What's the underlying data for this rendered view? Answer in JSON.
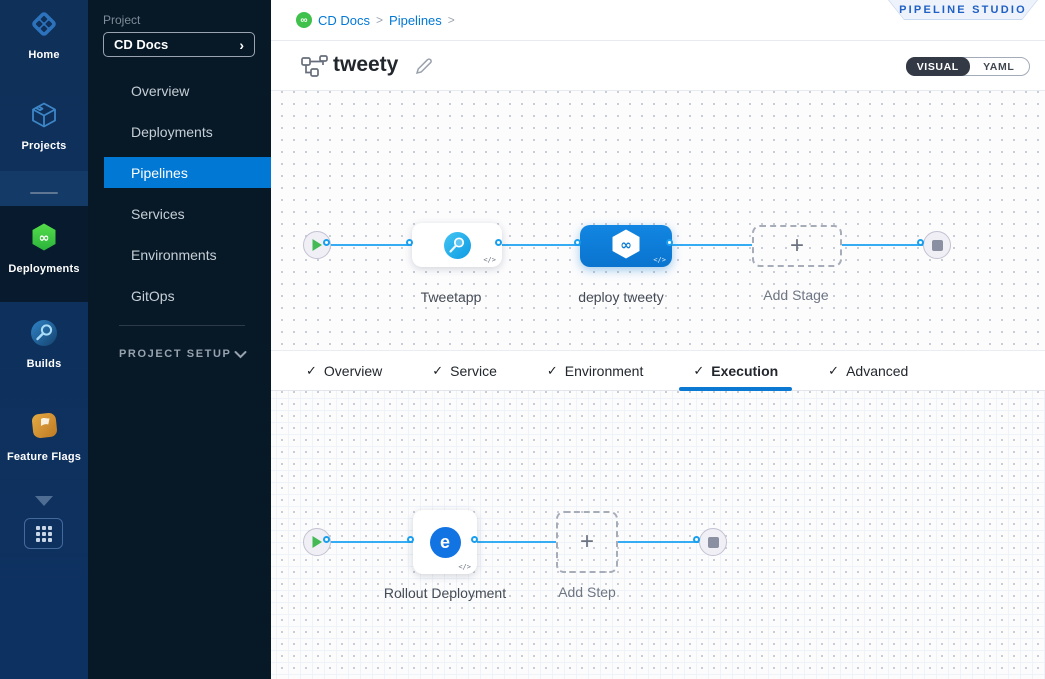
{
  "colors": {
    "accent_blue": "#0278d5",
    "connector_blue": "#35acf3",
    "selected_stage_blue": "#0c7cd6",
    "success_green": "#42ba57",
    "rail_bg": "#0d3161",
    "sidebar_bg": "#071827"
  },
  "left_rail": {
    "items": [
      {
        "label": "Home",
        "selected": false
      },
      {
        "label": "Projects",
        "selected": false
      },
      {
        "label": "Deployments",
        "selected": true
      },
      {
        "label": "Builds",
        "selected": false
      },
      {
        "label": "Feature Flags",
        "selected": false
      }
    ]
  },
  "project_sidebar": {
    "section_label": "Project",
    "selector_value": "CD Docs",
    "selector_arrow": "›",
    "items": [
      {
        "label": "Overview",
        "active": false
      },
      {
        "label": "Deployments",
        "active": false
      },
      {
        "label": "Pipelines",
        "active": true
      },
      {
        "label": "Services",
        "active": false
      },
      {
        "label": "Environments",
        "active": false
      },
      {
        "label": "GitOps",
        "active": false
      }
    ],
    "setup_label": "PROJECT SETUP"
  },
  "header": {
    "breadcrumb": {
      "project": "CD Docs",
      "section": "Pipelines",
      "separator": ">"
    },
    "studio_badge": "PIPELINE STUDIO",
    "pipeline_title": "tweety",
    "view_toggle": {
      "visual": "VISUAL",
      "yaml": "YAML",
      "selected": "VISUAL"
    }
  },
  "stage_pipeline": {
    "stages": [
      {
        "name": "Tweetapp",
        "type": "build",
        "selected": false
      },
      {
        "name": "deploy tweety",
        "type": "deploy",
        "selected": true
      }
    ],
    "add_stage_label": "Add Stage"
  },
  "config_tabs": {
    "items": [
      {
        "label": "Overview",
        "checked": true,
        "active": false
      },
      {
        "label": "Service",
        "checked": true,
        "active": false
      },
      {
        "label": "Environment",
        "checked": true,
        "active": false
      },
      {
        "label": "Execution",
        "checked": true,
        "active": true
      },
      {
        "label": "Advanced",
        "checked": true,
        "active": false
      }
    ]
  },
  "execution_steps": {
    "steps": [
      {
        "name": "Rollout Deployment",
        "type": "rollout"
      }
    ],
    "add_step_label": "Add Step"
  },
  "glyphs": {
    "check": "✓",
    "plus": "+",
    "code": "</>",
    "infinity": "∞"
  }
}
